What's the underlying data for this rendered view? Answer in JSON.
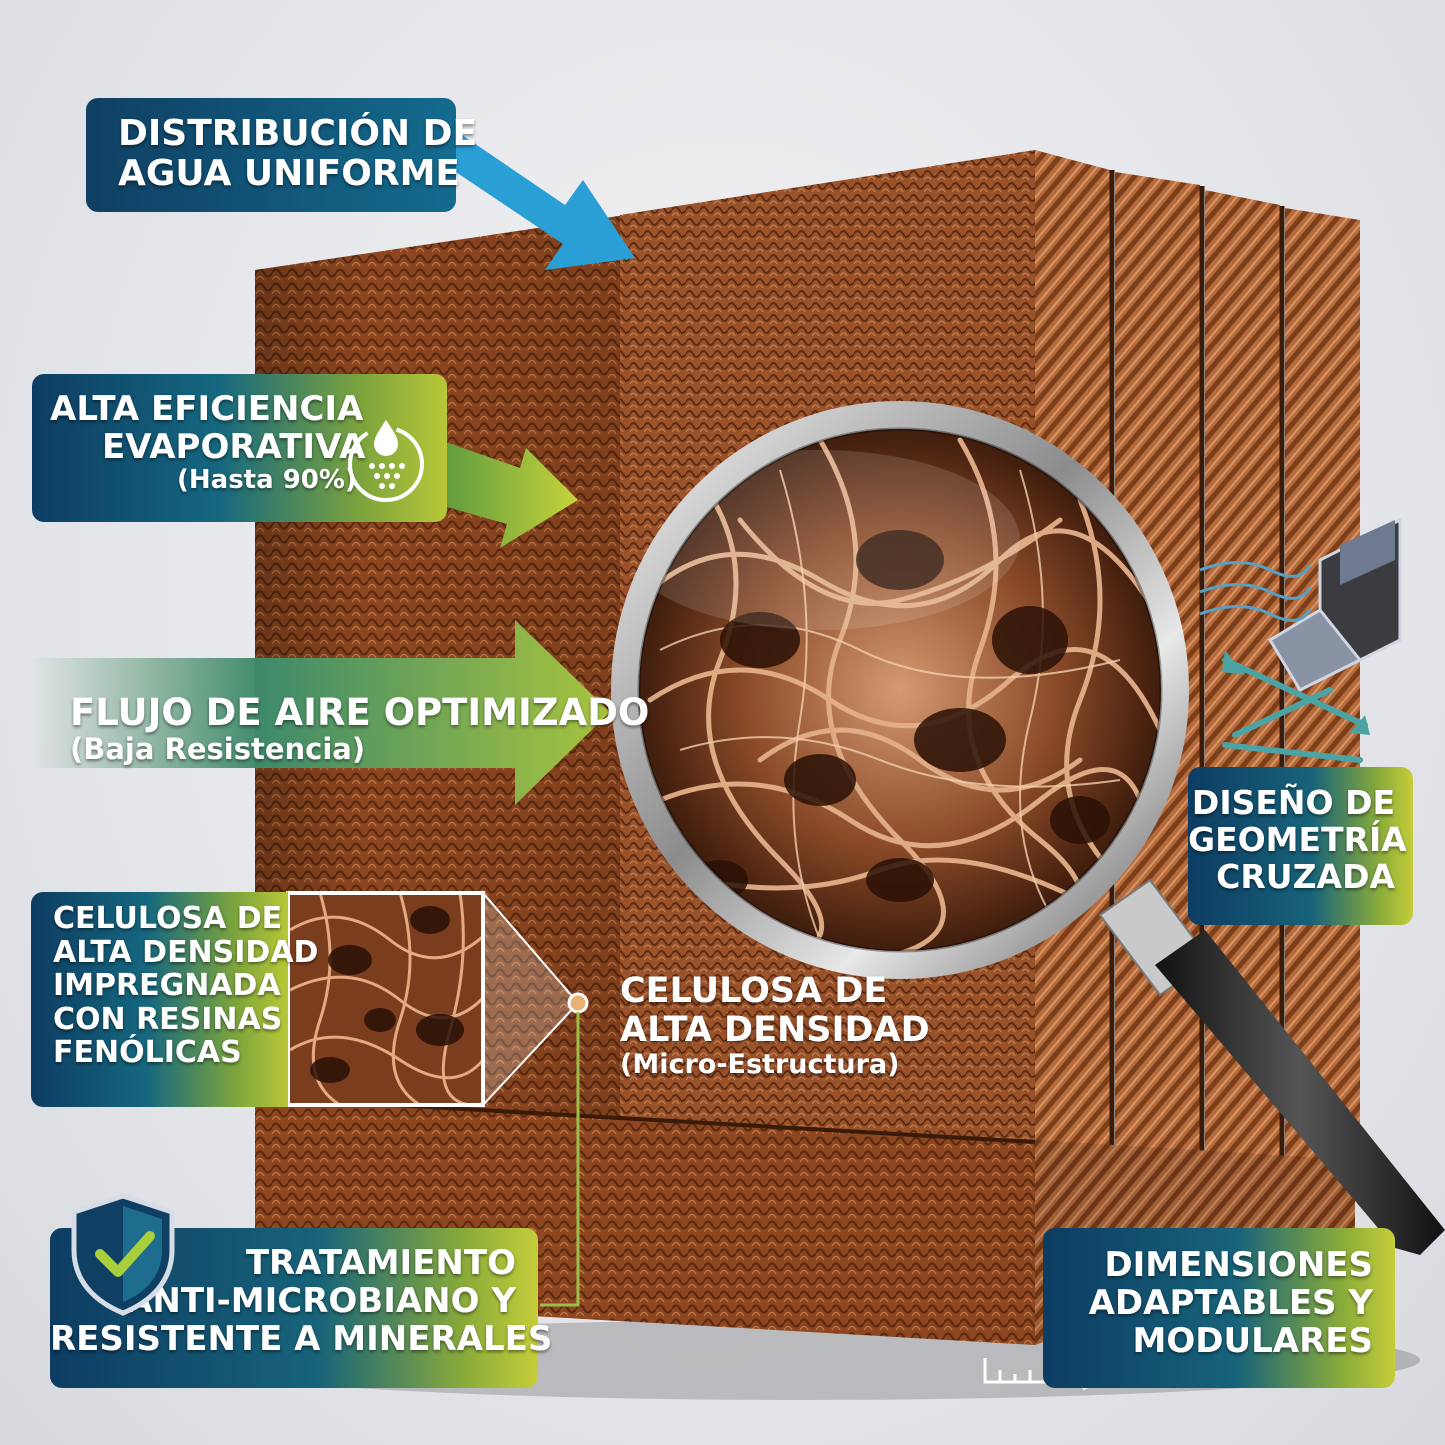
{
  "labels": {
    "water": {
      "line1": "DISTRIBUCIÓN DE",
      "line2": "AGUA UNIFORME"
    },
    "efficiency": {
      "line1": "ALTA EFICIENCIA",
      "line2": "EVAPORATIVA",
      "sub": "(Hasta 90%)"
    },
    "airflow": {
      "title": "FLUJO DE AIRE OPTIMIZADO",
      "sub": "(Baja Resistencia)"
    },
    "cellulose_left": {
      "line1": "CELULOSA DE",
      "line2": "ALTA DENSIDAD",
      "line3": "IMPREGNADA",
      "line4": "CON RESINAS",
      "line5": "FENÓLICAS"
    },
    "cellulose_micro": {
      "line1": "CELULOSA DE",
      "line2": "ALTA DENSIDAD",
      "sub": "(Micro-Estructura)"
    },
    "geometry": {
      "line1": "DISEÑO DE",
      "line2": "GEOMETRÍA",
      "line3": "CRUZADA"
    },
    "treatment": {
      "line1": "TRATAMIENTO",
      "line2": "ANTI-MICROBIANO Y",
      "line3": "RESISTENTE A MINERALES"
    },
    "dimensions": {
      "line1": "DIMENSIONES",
      "line2": "ADAPTABLES Y",
      "line3": "MODULARES"
    }
  },
  "icons": {
    "efficiency": "water-drop-evaporation-icon",
    "treatment": "shield-check-icon",
    "geometry": "cross-flow-geometry-icon",
    "dimensions": "ruler-dimension-icon"
  },
  "colors": {
    "pad_brown": "#8f4a22",
    "pad_light": "#b86a3a",
    "label_blue": "#0f3f63",
    "label_teal": "#146b8e",
    "accent_lime": "#b9c738",
    "arrow_blue": "#2a9fd6"
  }
}
